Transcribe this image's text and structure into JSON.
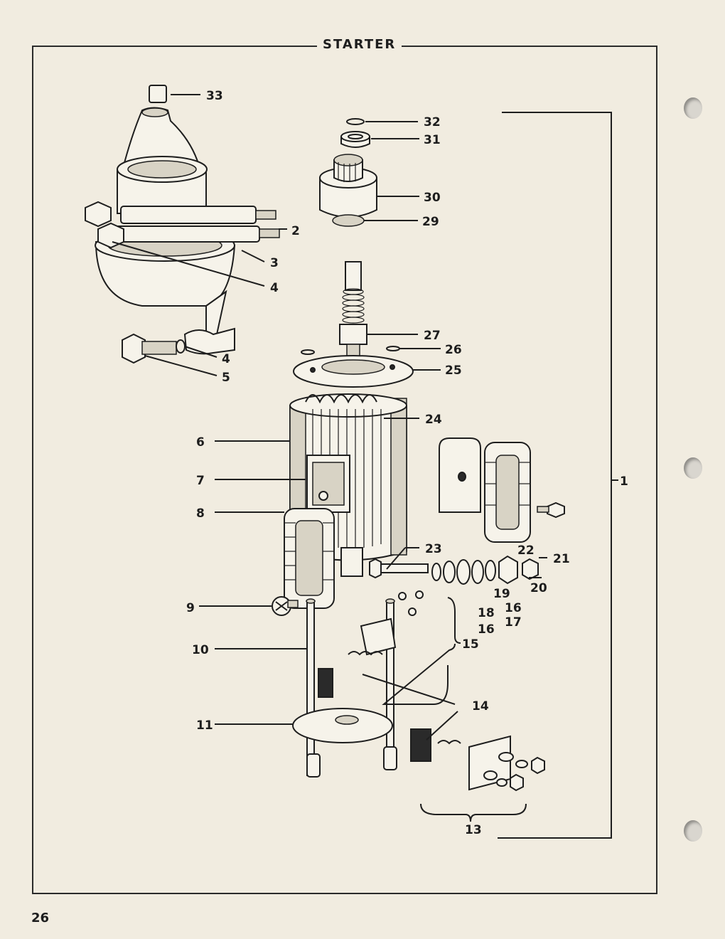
{
  "page": {
    "title": "STARTER",
    "page_number": "26"
  },
  "callouts": [
    "33",
    "32",
    "31",
    "30",
    "29",
    "2",
    "3",
    "4",
    "4",
    "5",
    "27",
    "26",
    "25",
    "24",
    "6",
    "7",
    "8",
    "1",
    "23",
    "22",
    "21",
    "20",
    "19",
    "16",
    "18",
    "17",
    "16",
    "9",
    "10",
    "15",
    "14",
    "11",
    "13"
  ]
}
